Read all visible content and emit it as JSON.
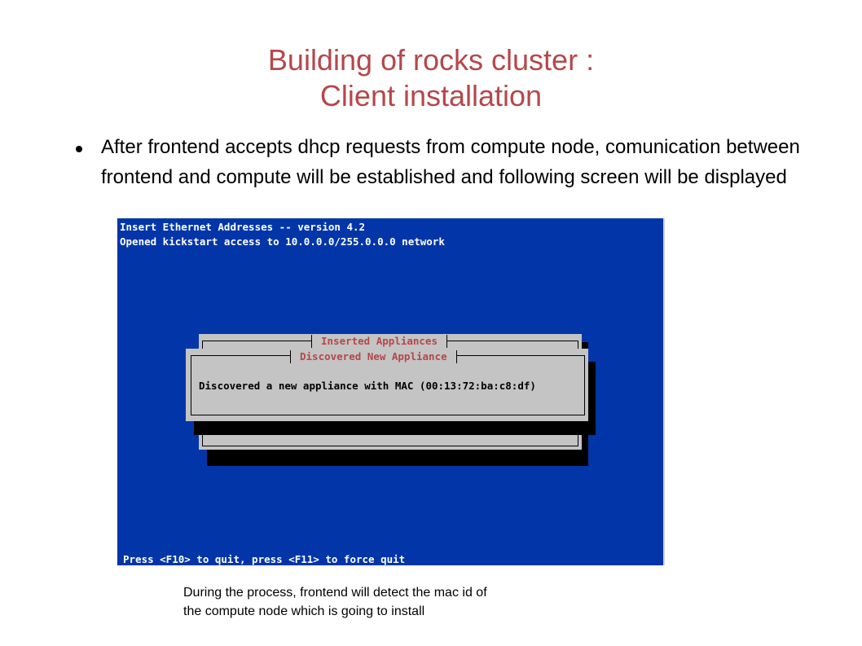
{
  "slide": {
    "title_line1": "Building of rocks cluster :",
    "title_line2": "Client installation",
    "bullet": "After frontend accepts dhcp requests from compute node, comunication between frontend and compute will be established and following screen will be displayed",
    "caption_line1": "During the process, frontend will detect the mac id of",
    "caption_line2": "the compute node which is going to install"
  },
  "terminal": {
    "line1": "Insert Ethernet Addresses -- version 4.2",
    "line2": "Opened kickstart access to 10.0.0.0/255.0.0.0 network",
    "footer": "Press <F10> to quit, press <F11> to force quit",
    "back_dialog_title": "Inserted Appliances",
    "front_dialog_title": "Discovered New Appliance",
    "front_dialog_message": "Discovered a new appliance with MAC (00:13:72:ba:c8:df)"
  },
  "colors": {
    "title": "#b5474a",
    "terminal_background": "#0236a8",
    "dialog_background": "#c4c4c4",
    "dialog_title": "#b5474a"
  }
}
